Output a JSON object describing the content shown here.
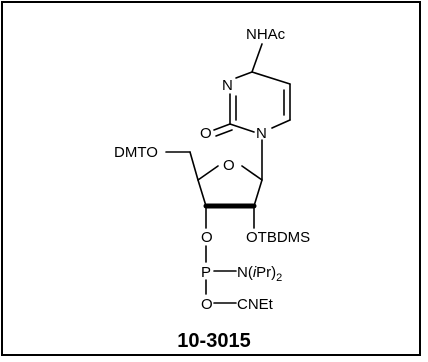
{
  "compound": {
    "catalog_number": "10-3015",
    "labels": {
      "amide": "NHAc",
      "ring_n3": "N",
      "ring_n1": "N",
      "carbonyl_o": "O",
      "ring_o": "O",
      "protecting_5": "DMTO",
      "protecting_2": "OTBDMS",
      "o3": "O",
      "phosphorus": "P",
      "amine_n": "N(",
      "amine_i": "i",
      "amine_pr": "Pr)",
      "amine_sub": "2",
      "o_cyanoethyl": "O",
      "cyanoethyl": "CNEt"
    }
  }
}
